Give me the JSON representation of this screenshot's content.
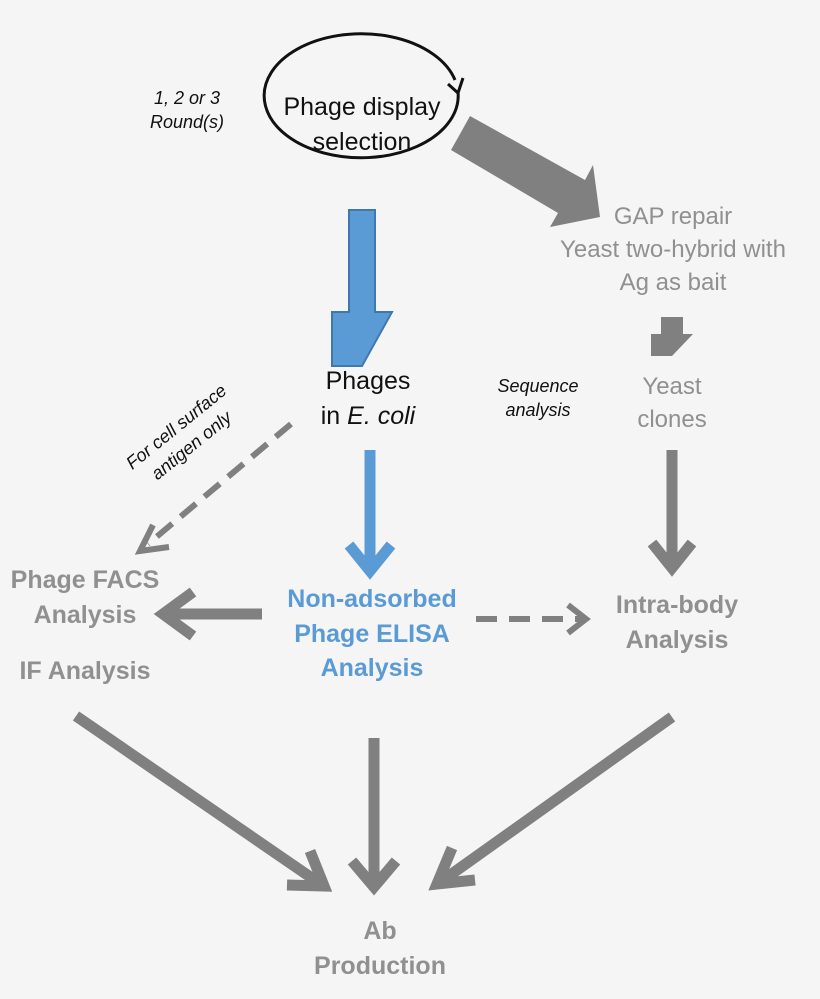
{
  "colors": {
    "background": "#f5f5f5",
    "gray_arrow": "#808080",
    "blue_arrow": "#5b9bd5",
    "blue_outline": "#3f78ae",
    "gray_text": "#909090",
    "black_text": "#111111"
  },
  "nodes": {
    "phage_display": [
      "Phage display",
      "selection"
    ],
    "rounds_note": [
      "1, 2 or 3",
      "Round(s)"
    ],
    "gap_repair": [
      "GAP repair",
      "Yeast two-hybrid with",
      "Ag as bait"
    ],
    "phages_ecoli": {
      "line1": "Phages",
      "line2_prefix": "in ",
      "line2_italic": "E. coli"
    },
    "sequence_note": [
      "Sequence",
      "analysis"
    ],
    "yeast_clones": [
      "Yeast",
      "clones"
    ],
    "cell_surface_note": [
      "For cell surface",
      "antigen only"
    ],
    "phage_facs": [
      "Phage FACS",
      "Analysis"
    ],
    "if_analysis": "IF Analysis",
    "non_adsorbed": [
      "Non-adsorbed",
      "Phage ELISA",
      "Analysis"
    ],
    "intra_body": [
      "Intra-body",
      "Analysis"
    ],
    "ab_production": [
      "Ab",
      "Production"
    ]
  }
}
